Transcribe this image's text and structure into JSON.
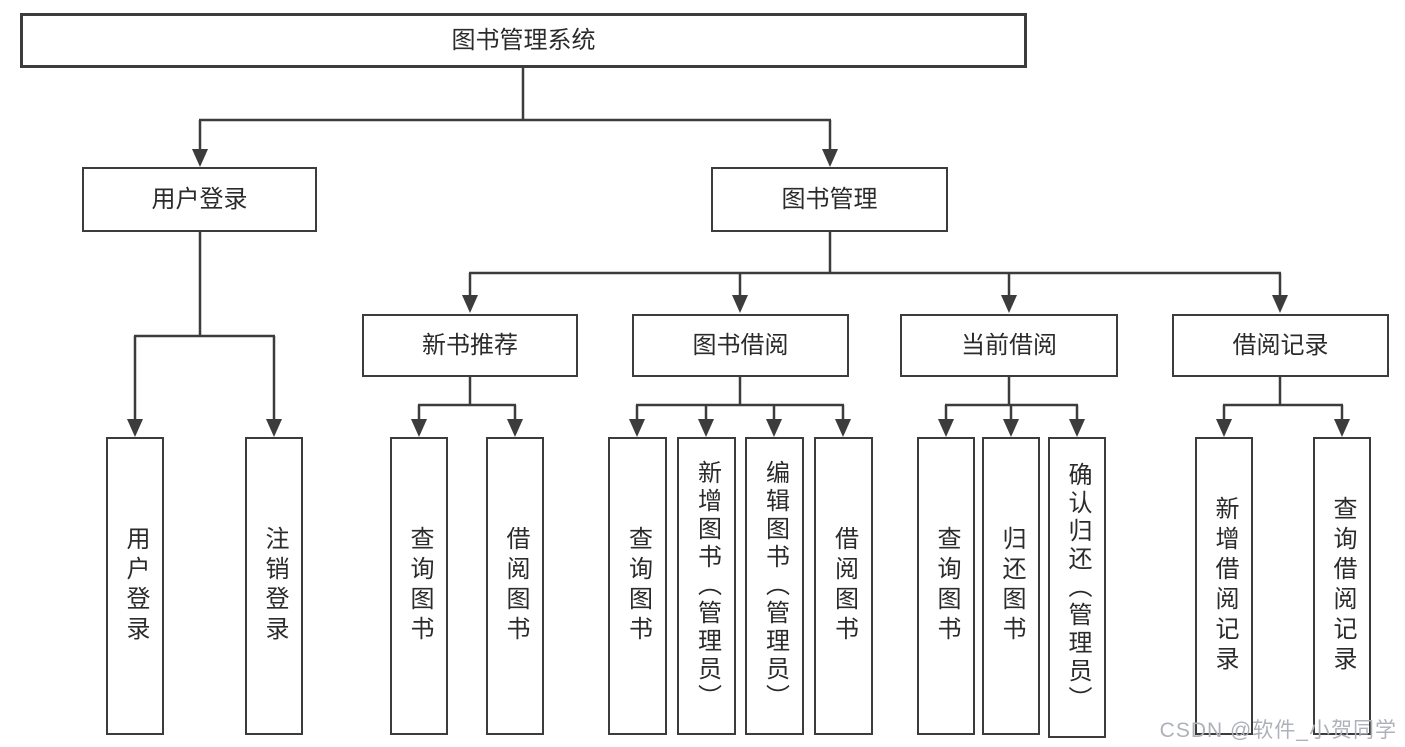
{
  "diagram": {
    "root": {
      "label": "图书管理系统"
    },
    "level2": [
      {
        "label": "用户登录"
      },
      {
        "label": "图书管理"
      }
    ],
    "level3": [
      {
        "label": "新书推荐"
      },
      {
        "label": "图书借阅"
      },
      {
        "label": "当前借阅"
      },
      {
        "label": "借阅记录"
      }
    ],
    "leaves": {
      "user_login": [
        {
          "label": "用户登录"
        },
        {
          "label": "注销登录"
        }
      ],
      "new_books": [
        {
          "label": "查询图书"
        },
        {
          "label": "借阅图书"
        }
      ],
      "borrow": [
        {
          "label": "查询图书"
        },
        {
          "label": "新增图书（管理员）"
        },
        {
          "label": "编辑图书（管理员）"
        },
        {
          "label": "借阅图书"
        }
      ],
      "current": [
        {
          "label": "查询图书"
        },
        {
          "label": "归还图书"
        },
        {
          "label": "确认归还（管理员）"
        }
      ],
      "records": [
        {
          "label": "新增借阅记录"
        },
        {
          "label": "查询借阅记录"
        }
      ]
    }
  },
  "watermark": {
    "text": "CSDN @软件_小贺同学"
  },
  "colors": {
    "line": "#3c3c3c",
    "text": "#2b2b2b",
    "watermark": "#aeb2b8",
    "background": "#ffffff"
  }
}
